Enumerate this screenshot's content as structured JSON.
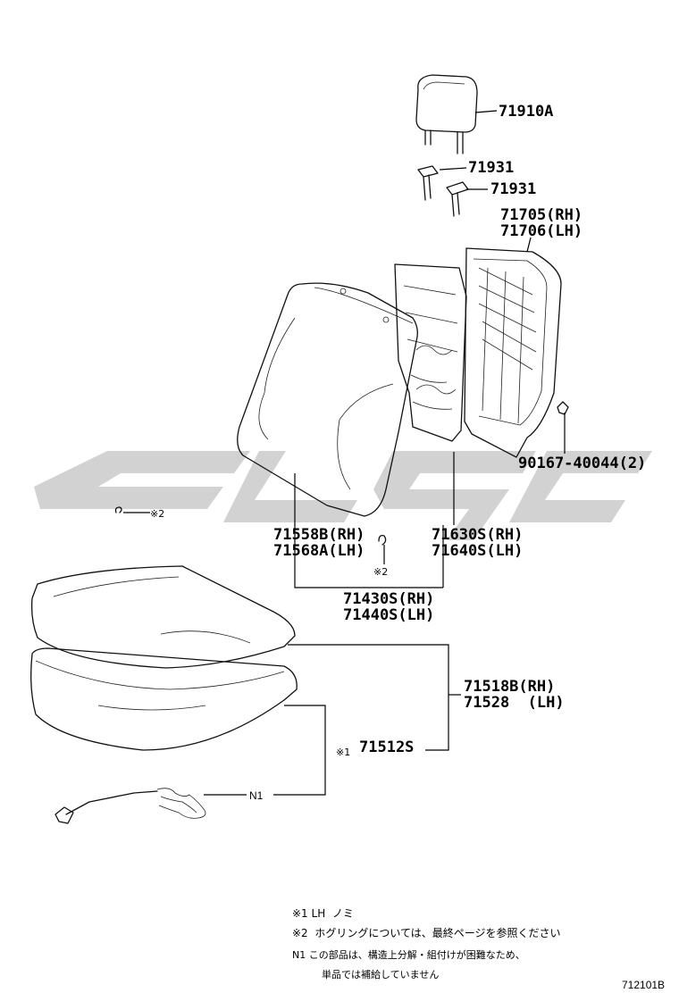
{
  "parts": {
    "headrest": "71910A",
    "support_1": "71931",
    "support_2": "71931",
    "frame_rh": "71705(RH)",
    "frame_lh": "71706(LH)",
    "clip": "90167-40044(2)",
    "back_cover_rh": "71558B(RH)",
    "back_cover_lh": "71568A(LH)",
    "back_pad_rh": "71630S(RH)",
    "back_pad_lh": "71640S(LH)",
    "back_assy_rh": "71430S(RH)",
    "back_assy_lh": "71440S(LH)",
    "cushion_rh": "71518B(RH)",
    "cushion_lh": "71528  (LH)",
    "cushion_pad": "71512S",
    "wire_label": "N1"
  },
  "marks": {
    "hog_ring_1": "※2",
    "hog_ring_2": "※2",
    "lh_only": "※1"
  },
  "notes": {
    "note1": "※1 LH  ノミ",
    "note2": "※2  ホグリングについては、最終ページを参照ください",
    "note3_line1": "N1 この部品は、構造上分解・組付けが困難なため、",
    "note3_line2": "単品では補給していません"
  },
  "figure_code": "712101B",
  "watermark_color": "#d2d2d2"
}
